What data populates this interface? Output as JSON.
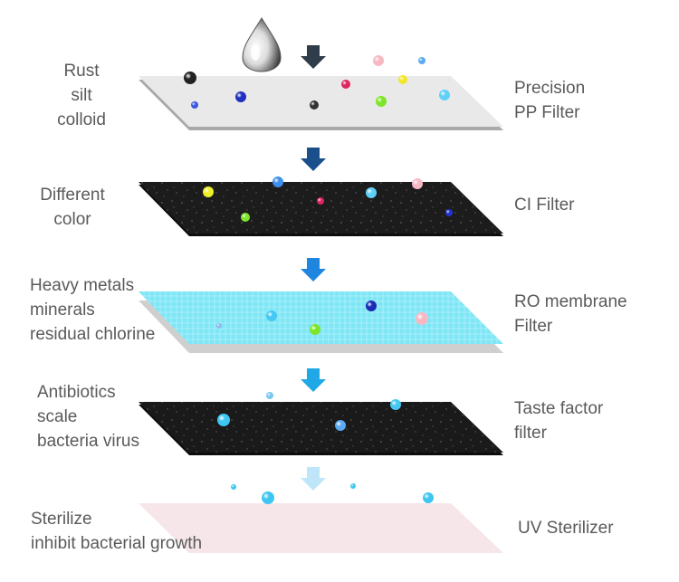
{
  "stages": [
    {
      "left_lines": [
        "Rust",
        "silt",
        "colloid"
      ],
      "right_lines": [
        "Precision",
        "PP Filter"
      ],
      "layer_color": "#e9e9e9",
      "arrow_color": "#2f3d4a"
    },
    {
      "left_lines": [
        "Different",
        "color"
      ],
      "right_lines": [
        "CI Filter"
      ],
      "layer_color": "#1c1c1c",
      "arrow_color": "#1a4f8c"
    },
    {
      "left_lines": [
        "Heavy metals",
        "minerals",
        "residual chlorine"
      ],
      "right_lines": [
        "RO membrane",
        "Filter"
      ],
      "layer_color": "#7fe6f5",
      "arrow_color": "#1f86df"
    },
    {
      "left_lines": [
        "Antibiotics",
        "scale",
        "bacteria virus"
      ],
      "right_lines": [
        "Taste factor",
        "filter"
      ],
      "layer_color": "#1a1a1a",
      "arrow_color": "#20a8e6"
    },
    {
      "left_lines": [
        "Sterilize",
        "inhibit bacterial growth"
      ],
      "right_lines": [
        "UV Sterilizer"
      ],
      "layer_color": "#f6e6ea",
      "arrow_color": "#bfe6f8"
    }
  ],
  "icons": {
    "water_drop": "water-drop-icon",
    "arrow": "down-arrow-icon"
  }
}
